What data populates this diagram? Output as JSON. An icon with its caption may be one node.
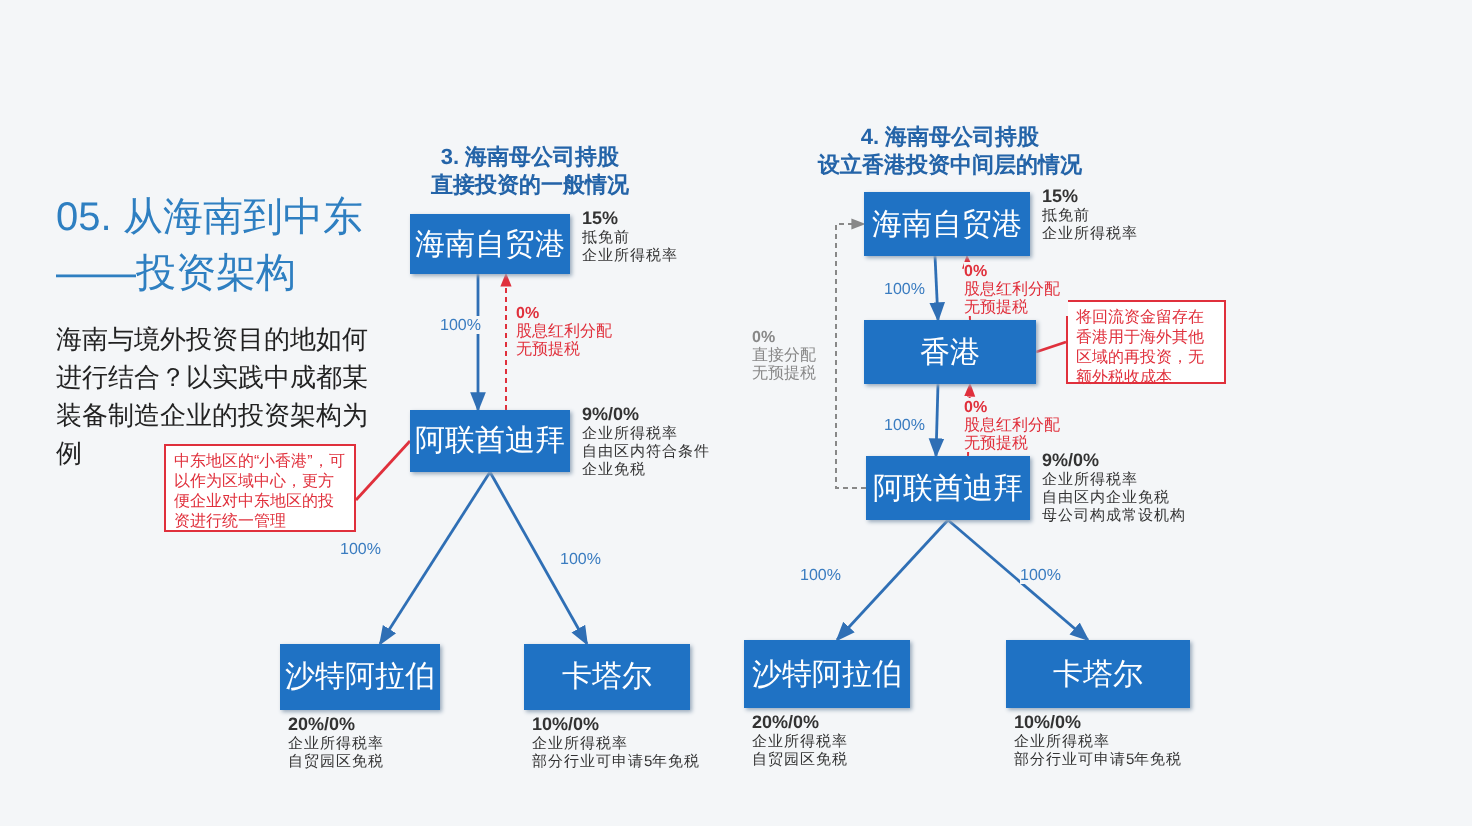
{
  "diagram": {
    "title": "05. 从海南到中东——投资架构",
    "nodes": [
      {
        "text": [
          "海南自贸港"
        ],
        "beside": [
          "15%",
          "抵免前",
          "企业所得税率"
        ]
      },
      {
        "text": [
          "阿联酋迪拜"
        ],
        "beside": [
          "9%/0%",
          "企业所得税率",
          "自由区内符合条件",
          "企业免税"
        ]
      },
      {
        "text": [
          "沙特阿拉伯"
        ],
        "beside": [
          "20%/0%",
          "企业所得税率",
          "自贸园区免税"
        ]
      },
      {
        "text": [
          "卡塔尔"
        ],
        "beside": [
          "10%/0%",
          "企业所得税率",
          "部分行业可申请5年免税"
        ]
      },
      {
        "text": [
          "中东地区的“小香港”，可以作为区域中心，更方便企业对中东地区的投资进行统一管理"
        ]
      },
      {
        "text": [
          "海南自贸港"
        ],
        "beside": [
          "15%",
          "抵免前",
          "企业所得税率"
        ]
      },
      {
        "text": [
          "香港"
        ]
      },
      {
        "text": [
          "阿联酋迪拜"
        ],
        "beside": [
          "9%/0%",
          "企业所得税率",
          "自由区内企业免税",
          "母公司构成常设机构"
        ]
      },
      {
        "text": [
          "沙特阿拉伯"
        ],
        "beside": [
          "20%/0%",
          "企业所得税率",
          "自贸园区免税"
        ]
      },
      {
        "text": [
          "卡塔尔"
        ],
        "beside": [
          "10%/0%",
          "企业所得税率",
          "部分行业可申请5年免税"
        ]
      },
      {
        "text": [
          "将回流资金留存在香港用于海外其他区域的再投资，无额外税收成本"
        ]
      }
    ],
    "edges": [
      {
        "from": 0,
        "to": 1,
        "arrow": "to",
        "label": "100%"
      },
      {
        "from": 1,
        "to": 0,
        "arrow": "to",
        "label": "0% 股息红利分配无预提税",
        "style": "dashed",
        "color": "#e0303c"
      },
      {
        "from": 4,
        "to": 1,
        "arrow": "none",
        "color": "#e0303c"
      },
      {
        "from": 1,
        "to": 2,
        "arrow": "to",
        "label": "100%"
      },
      {
        "from": 1,
        "to": 3,
        "arrow": "to",
        "label": "100%"
      },
      {
        "from": 5,
        "to": 6,
        "arrow": "to",
        "label": "100%"
      },
      {
        "from": 6,
        "to": 5,
        "arrow": "to",
        "label": "0% 股息红利分配无预提税",
        "style": "dashed",
        "color": "#e0303c"
      },
      {
        "from": 6,
        "to": 7,
        "arrow": "to",
        "label": "100%"
      },
      {
        "from": 7,
        "to": 6,
        "arrow": "to",
        "label": "0% 股息红利分配无预提税",
        "style": "dashed",
        "color": "#e0303c"
      },
      {
        "from": 7,
        "to": 5,
        "arrow": "to",
        "label": "0% 直接分配无预提税",
        "style": "dashed",
        "color": "#888888"
      },
      {
        "from": 10,
        "to": 6,
        "arrow": "none",
        "color": "#e0303c"
      },
      {
        "from": 7,
        "to": 8,
        "arrow": "to",
        "label": "100%"
      },
      {
        "from": 7,
        "to": 9,
        "arrow": "to",
        "label": "100%"
      }
    ],
    "labels": [
      "3. 海南母公司持股",
      "直接投资的一般情况",
      "4. 海南母公司持股",
      "设立香港投资中间层的情况",
      "海南与境外投资目的地如何进行结合？以实践中成都某装备制造企业的投资架构为例"
    ]
  }
}
